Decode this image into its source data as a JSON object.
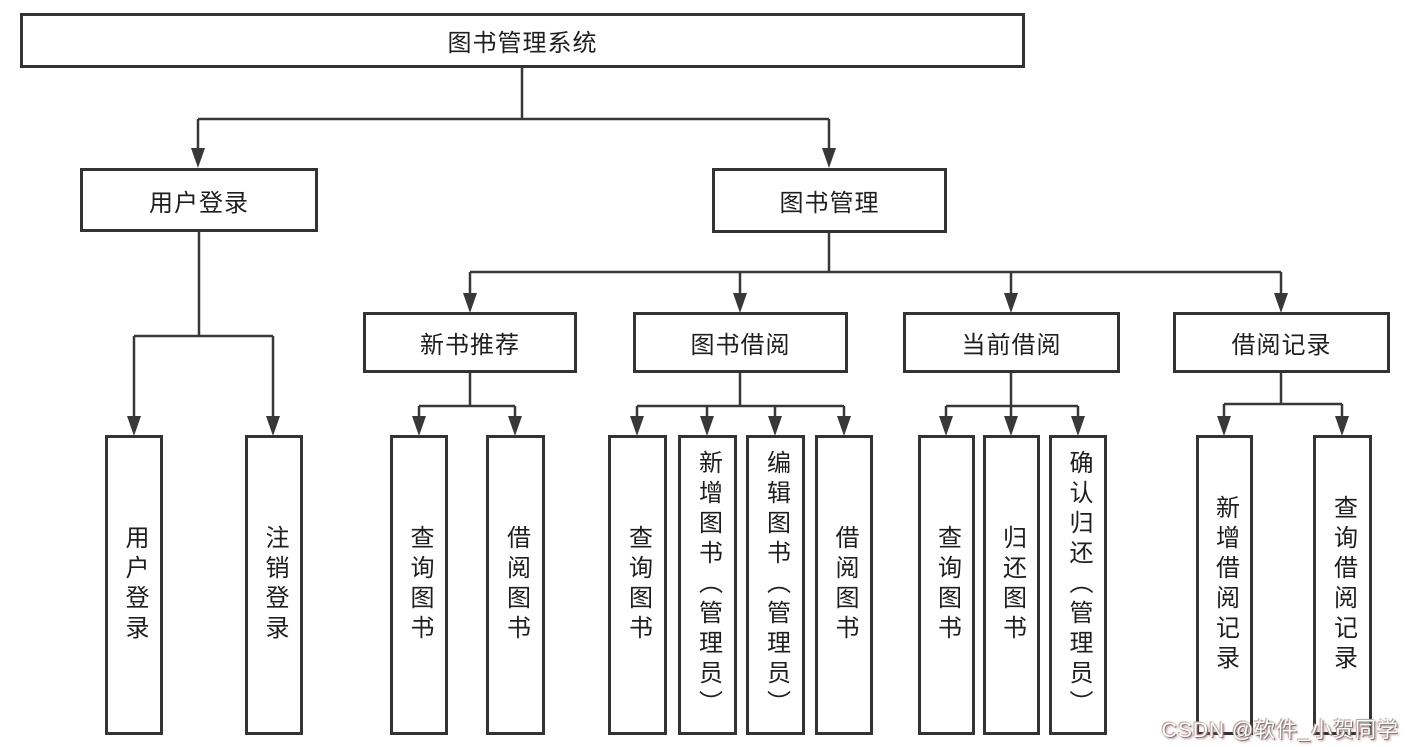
{
  "colors": {
    "line": "#383838",
    "box_border": "#333333",
    "text": "#1e1e1e",
    "background": "#ffffff",
    "watermark_text": "#ffffff"
  },
  "tree": {
    "label": "图书管理系统",
    "children": [
      {
        "label": "用户登录",
        "children": [
          {
            "label": "用户登录"
          },
          {
            "label": "注销登录"
          }
        ]
      },
      {
        "label": "图书管理",
        "children": [
          {
            "label": "新书推荐",
            "children": [
              {
                "label": "查询图书"
              },
              {
                "label": "借阅图书"
              }
            ]
          },
          {
            "label": "图书借阅",
            "children": [
              {
                "label": "查询图书"
              },
              {
                "label": "新增图书（管理员）"
              },
              {
                "label": "编辑图书（管理员）"
              },
              {
                "label": "借阅图书"
              }
            ]
          },
          {
            "label": "当前借阅",
            "children": [
              {
                "label": "查询图书"
              },
              {
                "label": "归还图书"
              },
              {
                "label": "确认归还（管理员）"
              }
            ]
          },
          {
            "label": "借阅记录",
            "children": [
              {
                "label": "新增借阅记录"
              },
              {
                "label": "查询借阅记录"
              }
            ]
          }
        ]
      }
    ]
  },
  "watermark": {
    "text": "CSDN @软件_小贺同学"
  }
}
